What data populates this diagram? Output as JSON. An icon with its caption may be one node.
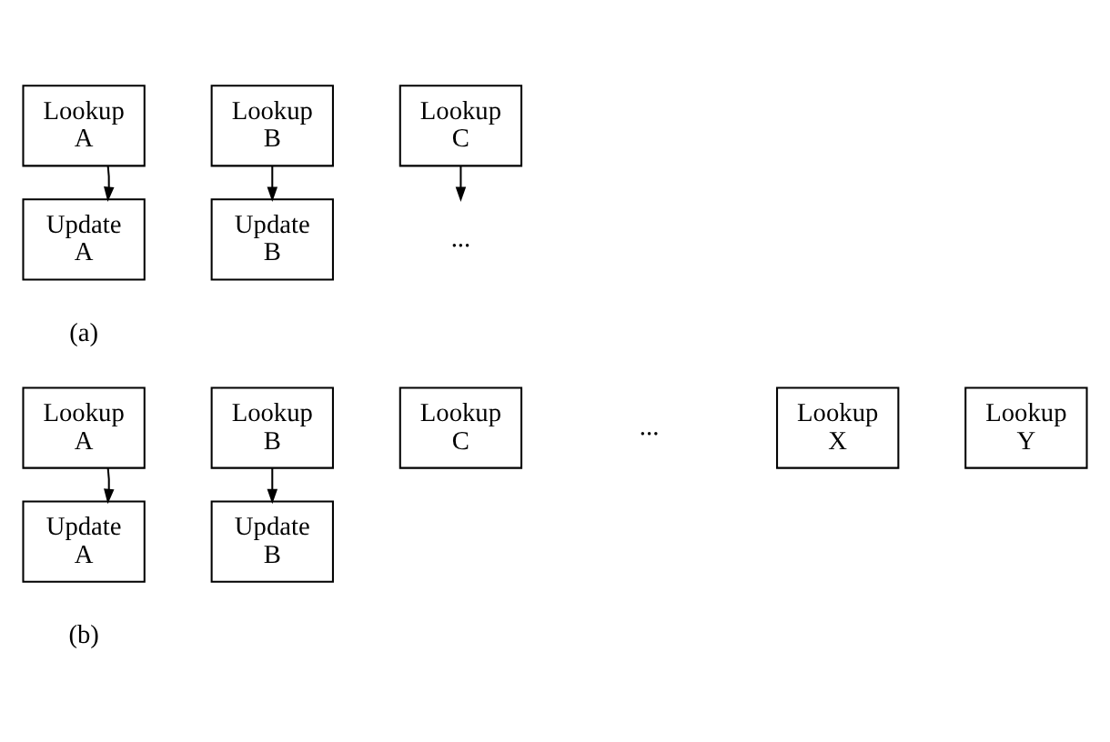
{
  "diagram": {
    "nodes": [
      {
        "text": [
          "Lookup A"
        ]
      },
      {
        "text": [
          "Update A"
        ]
      },
      {
        "text": [
          "Lookup B"
        ]
      },
      {
        "text": [
          "Update B"
        ]
      },
      {
        "text": [
          "Lookup C"
        ]
      },
      {
        "text": [
          "..."
        ]
      },
      {
        "text": [
          "Lookup A"
        ]
      },
      {
        "text": [
          "Lookup B"
        ]
      },
      {
        "text": [
          "Lookup C"
        ]
      },
      {
        "text": [
          "Lookup X"
        ]
      },
      {
        "text": [
          "Lookup Y"
        ]
      },
      {
        "text": [
          "Update A"
        ]
      },
      {
        "text": [
          "Update B"
        ]
      }
    ],
    "edges": [
      {
        "from": 0,
        "to": 1,
        "arrow": "to"
      },
      {
        "from": 2,
        "to": 3,
        "arrow": "to"
      },
      {
        "from": 4,
        "to": 5,
        "arrow": "to"
      },
      {
        "from": 6,
        "to": 11,
        "arrow": "to"
      },
      {
        "from": 7,
        "to": 12,
        "arrow": "to"
      }
    ],
    "labels": [
      "(a)",
      "...",
      "(b)"
    ]
  }
}
